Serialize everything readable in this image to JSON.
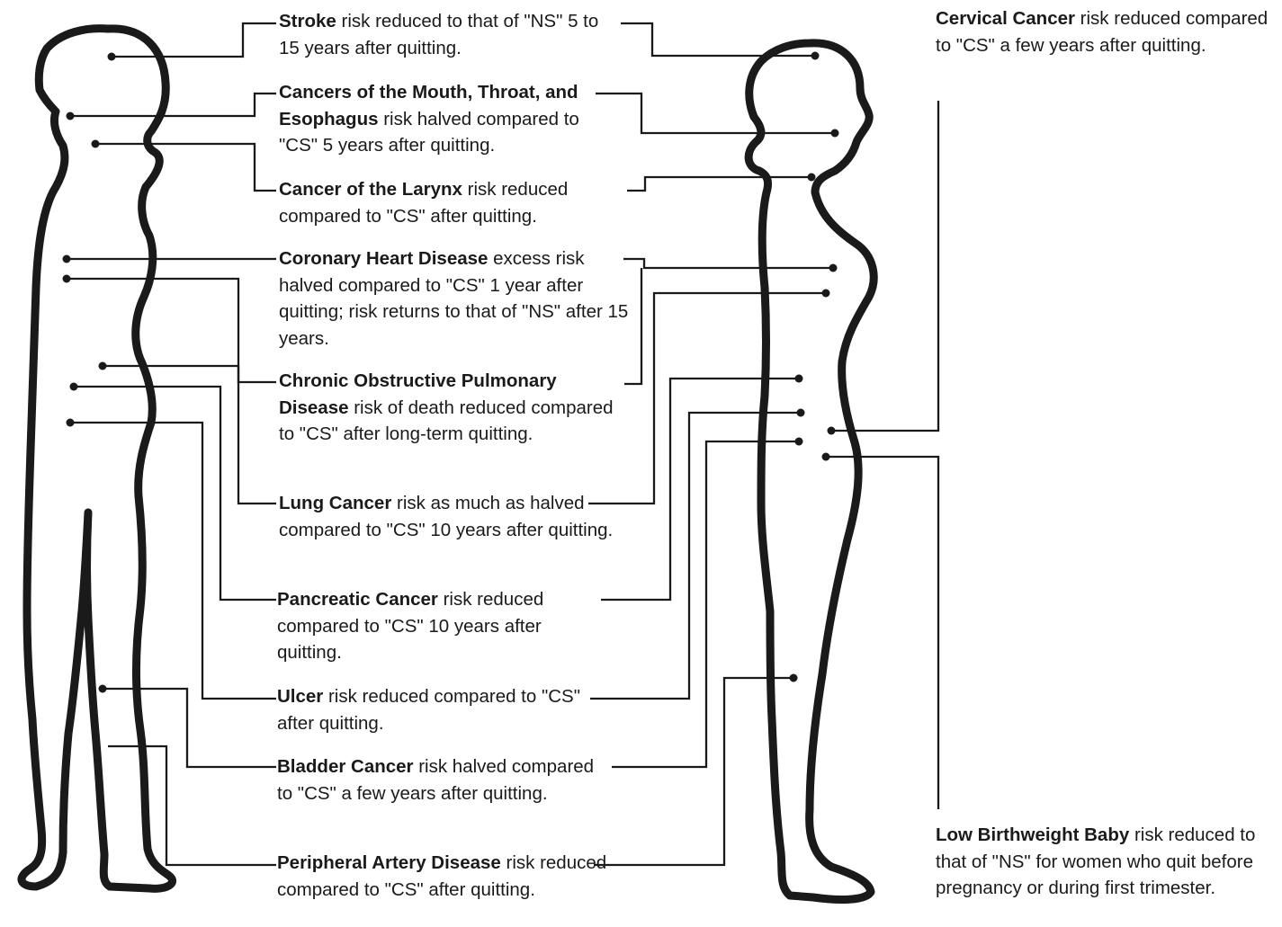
{
  "callouts": [
    {
      "id": "stroke",
      "title": "Stroke",
      "body": " risk reduced to that of \"NS\" 5 to 15 years after quitting."
    },
    {
      "id": "mouth",
      "title": "Cancers of the Mouth, Throat, and Esophagus",
      "body": " risk halved compared to \"CS\" 5 years after quitting."
    },
    {
      "id": "larynx",
      "title": "Cancer of the Larynx",
      "body": " risk reduced compared to \"CS\" after quitting."
    },
    {
      "id": "heart",
      "title": "Coronary Heart Disease",
      "body": " excess risk halved compared to \"CS\" 1 year after quitting; risk returns to that of \"NS\" after 15 years."
    },
    {
      "id": "copd",
      "title": "Chronic Obstructive Pulmonary Disease",
      "body": " risk of death reduced compared to \"CS\" after long-term quitting."
    },
    {
      "id": "lung",
      "title": "Lung Cancer",
      "body": " risk as much as halved compared to \"CS\" 10 years after quitting."
    },
    {
      "id": "pancreatic",
      "title": "Pancreatic Cancer",
      "body": " risk reduced compared to \"CS\" 10 years after quitting."
    },
    {
      "id": "ulcer",
      "title": "Ulcer",
      "body": " risk reduced compared to \"CS\" after quitting."
    },
    {
      "id": "bladder",
      "title": "Bladder Cancer",
      "body": " risk halved compared to \"CS\" a few years after quitting."
    },
    {
      "id": "pad",
      "title": "Peripheral Artery Disease",
      "body": " risk reduced compared to \"CS\" after quitting."
    },
    {
      "id": "cervical",
      "title": "Cervical Cancer",
      "body": " risk reduced compared to \"CS\" a few years after quitting."
    },
    {
      "id": "birthweight",
      "title": "Low Birthweight Baby",
      "body": " risk reduced to that of \"NS\" for women who quit before pregnancy or during first trimester."
    }
  ]
}
